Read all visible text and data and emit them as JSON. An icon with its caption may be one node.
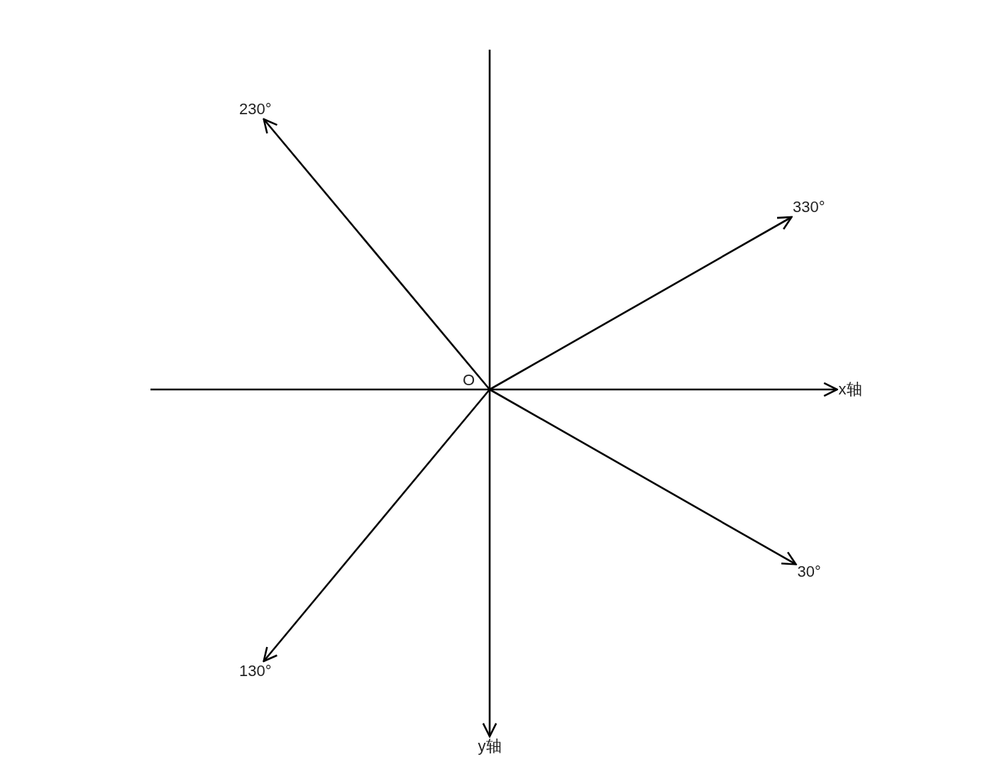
{
  "diagram": {
    "nodes": [
      {
        "text": [
          "230°"
        ]
      },
      {
        "text": [
          "330°"
        ]
      },
      {
        "text": [
          "x轴"
        ]
      },
      {
        "text": [
          "30°"
        ]
      },
      {
        "text": [
          "130°"
        ]
      },
      {
        "text": [
          "y轴"
        ]
      }
    ],
    "edges": [
      {
        "from": null,
        "to": 0,
        "arrow": "to"
      },
      {
        "from": null,
        "to": 1,
        "arrow": "to"
      },
      {
        "from": null,
        "to": 2,
        "arrow": "to"
      },
      {
        "from": null,
        "to": 3,
        "arrow": "to"
      },
      {
        "from": null,
        "to": 4,
        "arrow": "to"
      },
      {
        "from": null,
        "to": 5,
        "arrow": "to"
      }
    ],
    "labels": [
      "O"
    ]
  }
}
